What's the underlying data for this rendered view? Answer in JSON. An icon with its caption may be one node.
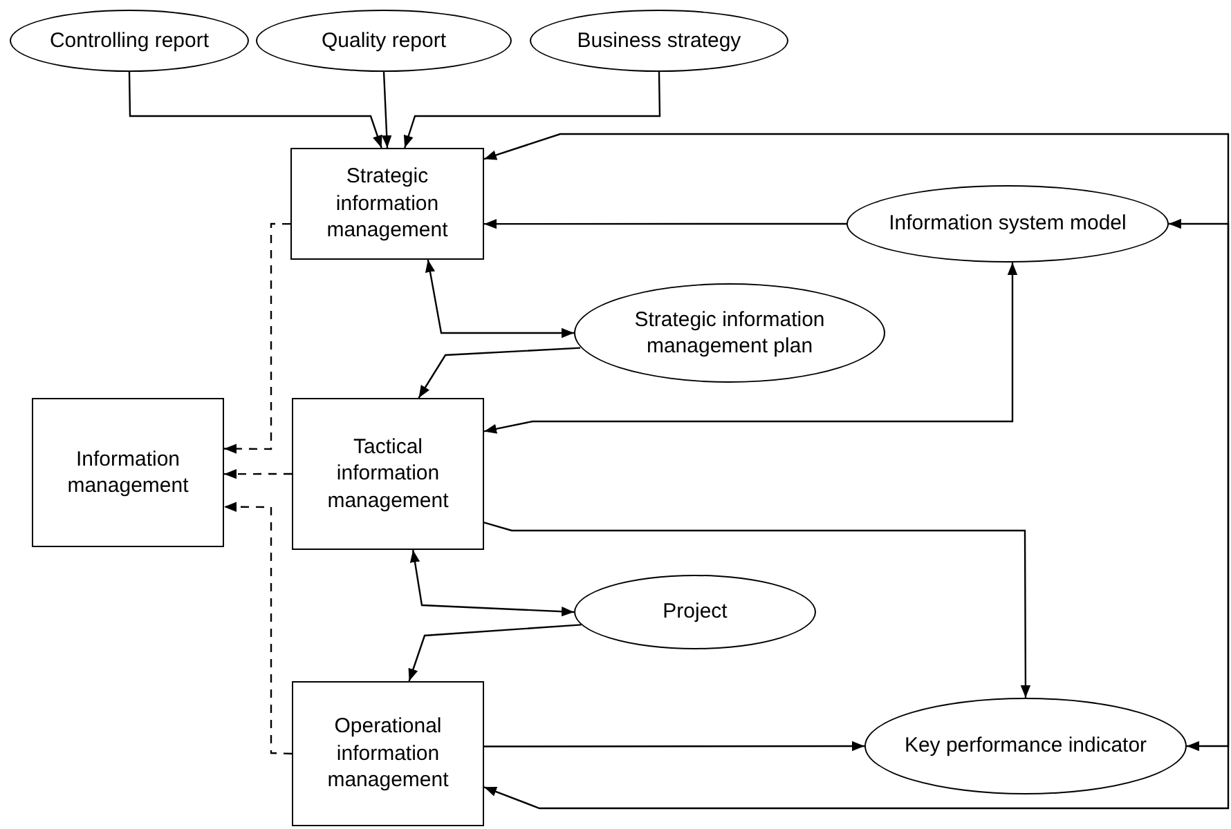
{
  "diagram": {
    "nodes": [
      {
        "text": [
          "Controlling report"
        ]
      },
      {
        "text": [
          "Quality report"
        ]
      },
      {
        "text": [
          "Business strategy"
        ]
      },
      {
        "text": [
          "Strategic information management"
        ]
      },
      {
        "text": [
          "Information system model"
        ]
      },
      {
        "text": [
          "Strategic information management plan"
        ]
      },
      {
        "text": [
          "Information management"
        ]
      },
      {
        "text": [
          "Tactical information management"
        ]
      },
      {
        "text": [
          "Project"
        ]
      },
      {
        "text": [
          "Operational information management"
        ]
      },
      {
        "text": [
          "Key performance indicator"
        ]
      }
    ],
    "edges": [
      {
        "from": 0,
        "to": 3,
        "arrow": "to"
      },
      {
        "from": 1,
        "to": 3,
        "arrow": "to"
      },
      {
        "from": 2,
        "to": 3,
        "arrow": "to"
      },
      {
        "from": 4,
        "to": 3,
        "arrow": "to"
      },
      {
        "from": 3,
        "to": 5,
        "arrow": "both"
      },
      {
        "from": 5,
        "to": 7,
        "arrow": "to"
      },
      {
        "from": 4,
        "to": 7,
        "arrow": "both"
      },
      {
        "from": 7,
        "to": 10,
        "arrow": "to"
      },
      {
        "from": 7,
        "to": 8,
        "arrow": "both"
      },
      {
        "from": 8,
        "to": 9,
        "arrow": "to"
      },
      {
        "from": 9,
        "to": 10,
        "arrow": "to"
      },
      {
        "from": 3,
        "to": 6,
        "arrow": "to",
        "style": "dashed"
      },
      {
        "from": 7,
        "to": 6,
        "arrow": "to",
        "style": "dashed"
      },
      {
        "from": 9,
        "to": 6,
        "arrow": "to",
        "style": "dashed"
      },
      {
        "from": null,
        "to": 3,
        "arrow": "to"
      },
      {
        "from": null,
        "to": 4,
        "arrow": "to"
      },
      {
        "from": null,
        "to": 10,
        "arrow": "to"
      },
      {
        "from": null,
        "to": 9,
        "arrow": "to"
      }
    ]
  }
}
